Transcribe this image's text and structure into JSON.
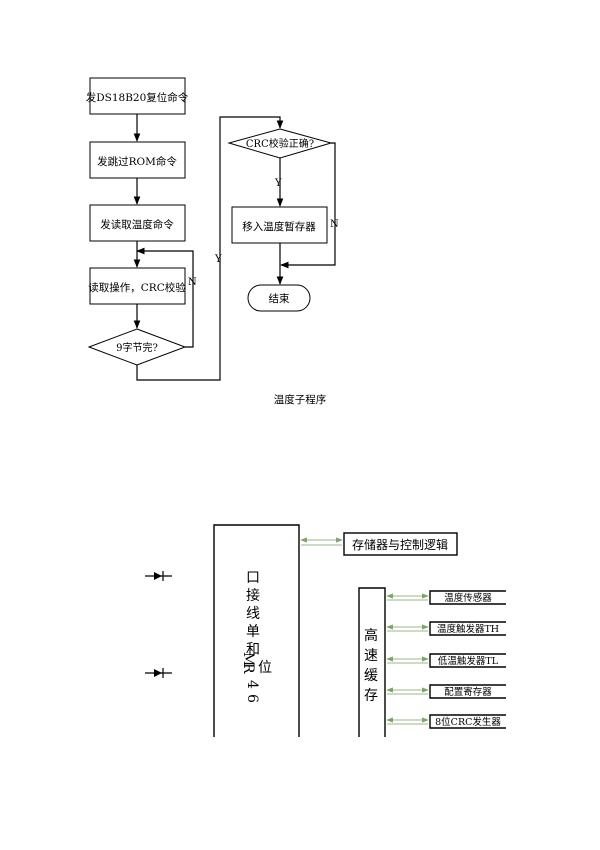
{
  "flowchart": {
    "steps": [
      "发DS18B20复位命令",
      "发跳过ROM命令",
      "发读取温度命令",
      "读取操作，CRC校验"
    ],
    "decision_bytes": "9字节完?",
    "decision_crc": "CRC校验正确?",
    "step_move": "移入温度暂存器",
    "end": "结束",
    "yes": "Y",
    "no": "N",
    "caption": "温度子程序"
  },
  "block_diagram": {
    "memory_logic": "存储器与控制逻辑",
    "vertical_label": [
      "口",
      "接",
      "线",
      "单",
      "和",
      "M",
      "R",
      "位",
      "4",
      "6"
    ],
    "cache_label": [
      "高",
      "速",
      "缓",
      "存"
    ],
    "registers": [
      "温度传感器",
      "温度触发器TH",
      "低温触发器TL",
      "配置寄存器",
      "8位CRC发生器"
    ]
  }
}
